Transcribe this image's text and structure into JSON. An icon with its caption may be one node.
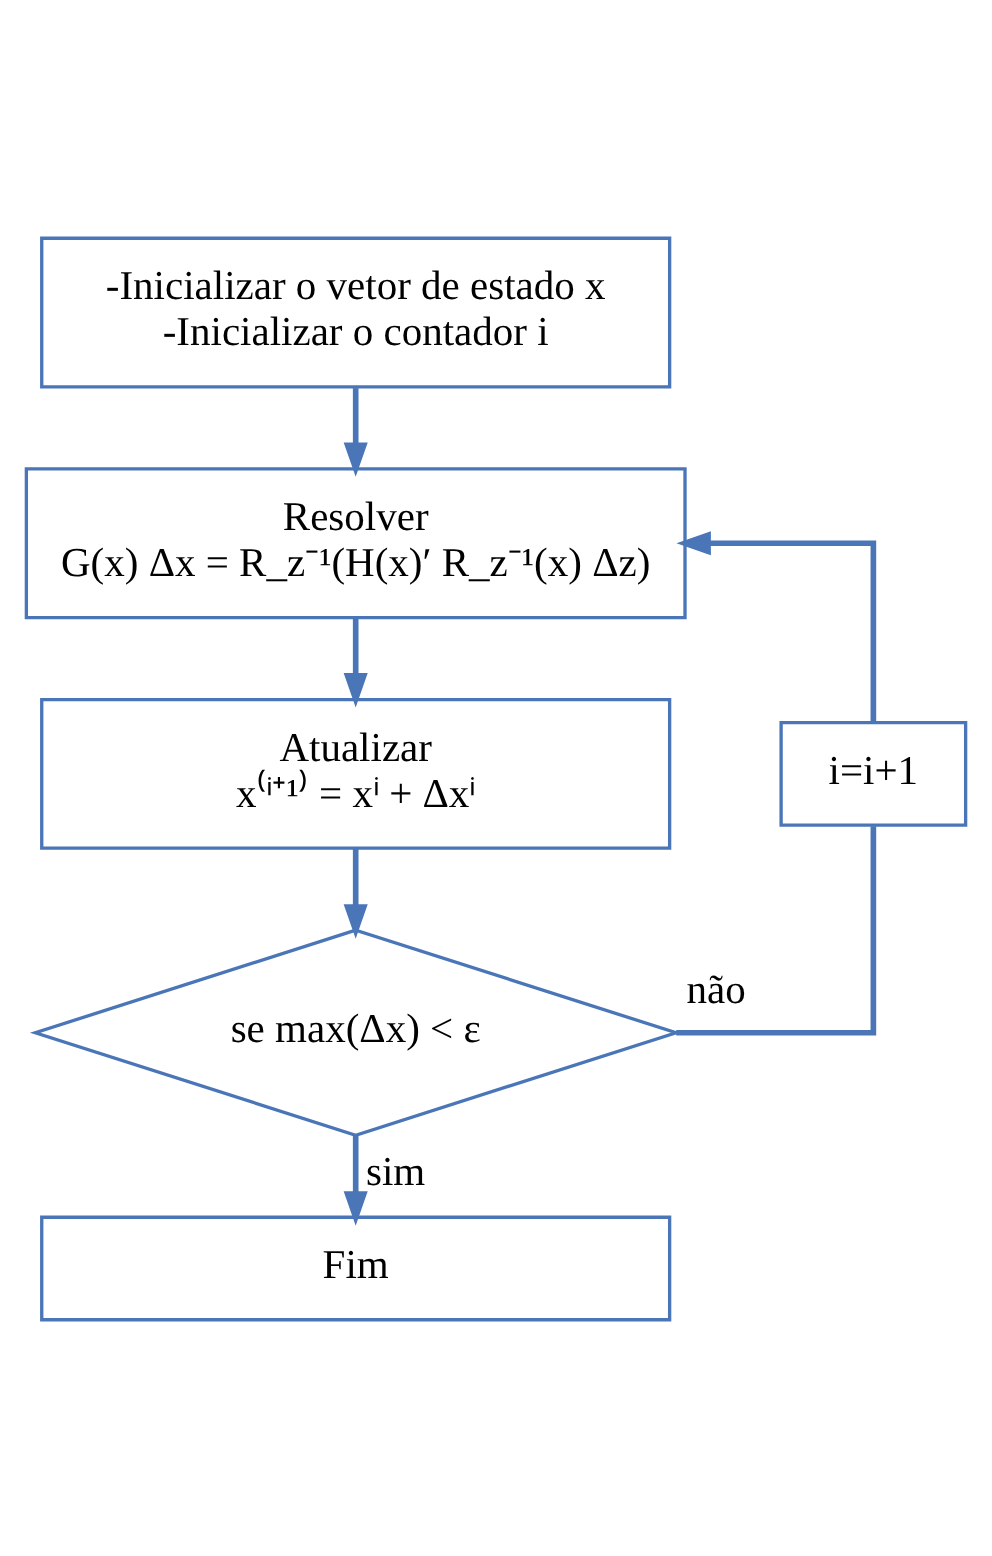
{
  "diagram": {
    "nodes": [
      {
        "text": [
          "-Inicializar o vetor de estado x",
          "-Inicializar o contador i"
        ]
      },
      {
        "text": [
          "Resolver",
          "G(x) Δx = R_z⁻¹(H(x)′ R_z⁻¹(x) Δz)"
        ]
      },
      {
        "text": [
          "Atualizar",
          "x⁽ⁱ⁺¹⁾ = xⁱ + Δxⁱ"
        ]
      },
      {
        "text": [
          "se max(Δx) < ε"
        ]
      },
      {
        "text": [
          "Fim"
        ]
      },
      {
        "text": [
          "i=i+1"
        ]
      }
    ],
    "edges": [
      {
        "from": 0,
        "to": 1,
        "arrow": "to"
      },
      {
        "from": 1,
        "to": 2,
        "arrow": "to"
      },
      {
        "from": 2,
        "to": 3,
        "arrow": "to"
      },
      {
        "from": 3,
        "to": 5,
        "arrow": "none",
        "label": "não"
      },
      {
        "from": 5,
        "to": 1,
        "arrow": "to"
      },
      {
        "from": 3,
        "to": 4,
        "arrow": "to",
        "label": "sim"
      }
    ]
  }
}
